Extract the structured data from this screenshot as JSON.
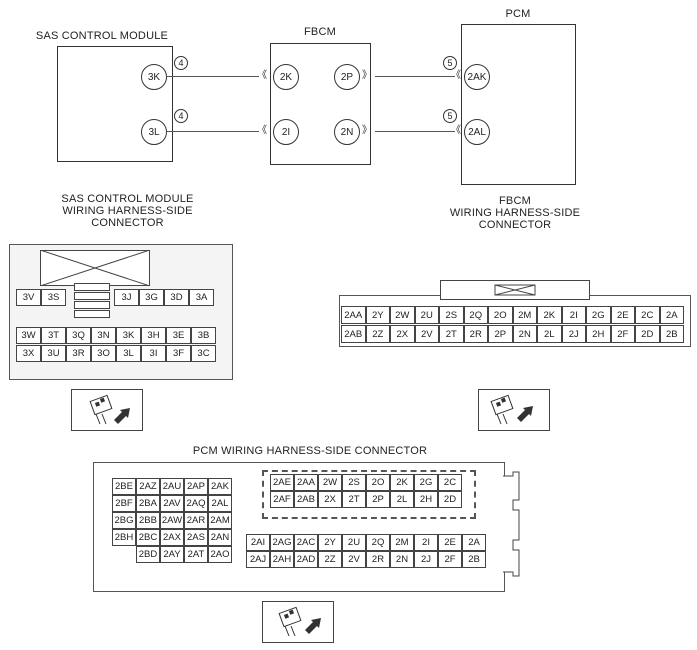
{
  "schematic": {
    "sas_title": "SAS CONTROL MODULE",
    "fbcm_title": "FBCM",
    "pcm_title": "PCM",
    "sas_terms": [
      "3K",
      "3L"
    ],
    "fbcm_left_terms": [
      "2K",
      "2I"
    ],
    "fbcm_right_terms": [
      "2P",
      "2N"
    ],
    "pcm_terms": [
      "2AK",
      "2AL"
    ],
    "wire_numbers_left": [
      "4",
      "4"
    ],
    "wire_numbers_right": [
      "5",
      "5"
    ]
  },
  "sas_connector": {
    "title_line1": "SAS CONTROL MODULE",
    "title_line2": "WIRING HARNESS-SIDE",
    "title_line3": "CONNECTOR",
    "top_row_left": [
      "3V",
      "3S"
    ],
    "top_row_right": [
      "3J",
      "3G",
      "3D",
      "3A"
    ],
    "row2": [
      "3W",
      "3T",
      "3Q",
      "3N",
      "3K",
      "3H",
      "3E",
      "3B"
    ],
    "row3": [
      "3X",
      "3U",
      "3R",
      "3O",
      "3L",
      "3I",
      "3F",
      "3C"
    ]
  },
  "fbcm_connector": {
    "title_line1": "FBCM",
    "title_line2": "WIRING HARNESS-SIDE",
    "title_line3": "CONNECTOR",
    "row1": [
      "2AA",
      "2Y",
      "2W",
      "2U",
      "2S",
      "2Q",
      "2O",
      "2M",
      "2K",
      "2I",
      "2G",
      "2E",
      "2C",
      "2A"
    ],
    "row2": [
      "2AB",
      "2Z",
      "2X",
      "2V",
      "2T",
      "2R",
      "2P",
      "2N",
      "2L",
      "2J",
      "2H",
      "2F",
      "2D",
      "2B"
    ]
  },
  "pcm_connector": {
    "title": "PCM WIRING HARNESS-SIDE CONNECTOR",
    "left_grid": [
      [
        "2BE",
        "2AZ",
        "2AU",
        "2AP",
        "2AK"
      ],
      [
        "2BF",
        "2BA",
        "2AV",
        "2AQ",
        "2AL"
      ],
      [
        "2BG",
        "2BB",
        "2AW",
        "2AR",
        "2AM"
      ],
      [
        "2BH",
        "2BC",
        "2AX",
        "2AS",
        "2AN"
      ],
      [
        "",
        "2BD",
        "2AY",
        "2AT",
        "2AO"
      ]
    ],
    "right_top": [
      [
        "2AE",
        "2AA",
        "2W",
        "2S",
        "2O",
        "2K",
        "2G",
        "2C"
      ],
      [
        "2AF",
        "2AB",
        "2X",
        "2T",
        "2P",
        "2L",
        "2H",
        "2D"
      ]
    ],
    "right_bottom": [
      [
        "2AI",
        "2AG",
        "2AC",
        "2Y",
        "2U",
        "2Q",
        "2M",
        "2I",
        "2E",
        "2A"
      ],
      [
        "2AJ",
        "2AH",
        "2AD",
        "2Z",
        "2V",
        "2R",
        "2N",
        "2J",
        "2F",
        "2B"
      ]
    ]
  }
}
